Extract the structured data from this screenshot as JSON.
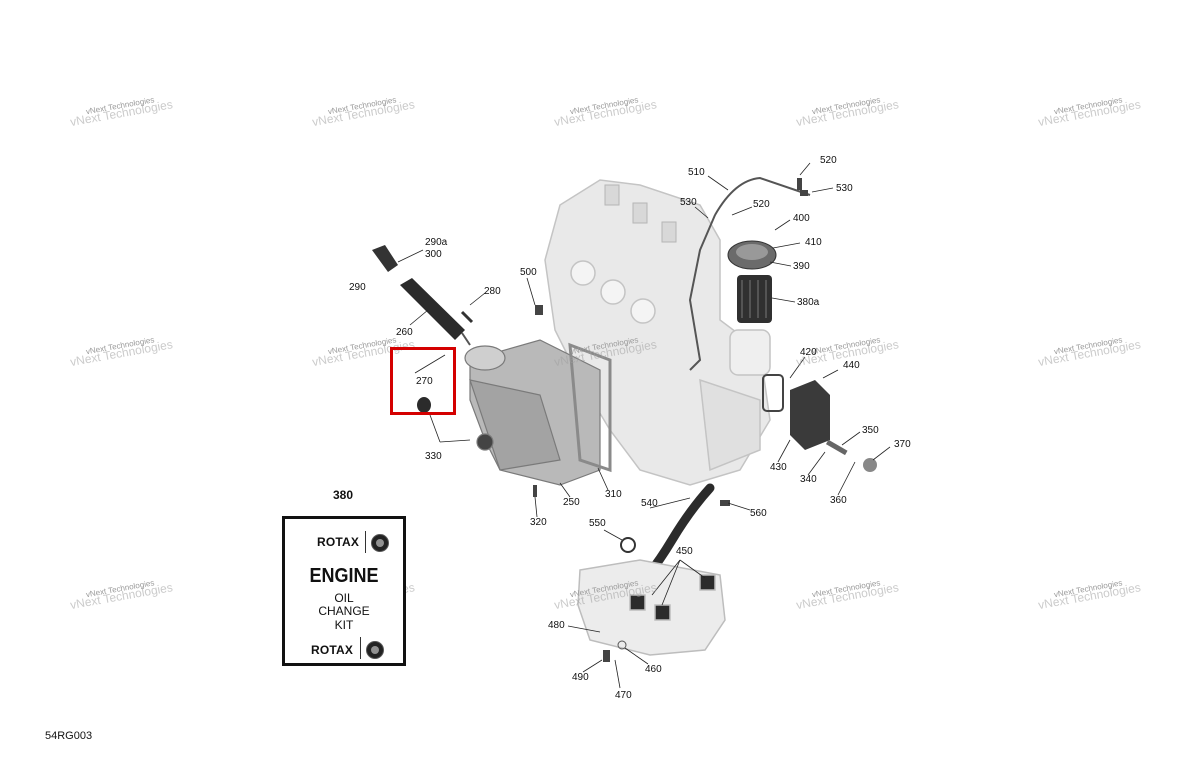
{
  "watermark": {
    "line1": "vNext Technologies",
    "line2": "vNext Technologies"
  },
  "callouts": [
    {
      "id": "510",
      "label": "510"
    },
    {
      "id": "520a",
      "label": "520"
    },
    {
      "id": "530a",
      "label": "530"
    },
    {
      "id": "530b",
      "label": "530"
    },
    {
      "id": "520b",
      "label": "520"
    },
    {
      "id": "400",
      "label": "400"
    },
    {
      "id": "410",
      "label": "410"
    },
    {
      "id": "390",
      "label": "390"
    },
    {
      "id": "380a",
      "label": "380a"
    },
    {
      "id": "290a",
      "label": "290a"
    },
    {
      "id": "300",
      "label": "300"
    },
    {
      "id": "290",
      "label": "290"
    },
    {
      "id": "280",
      "label": "280"
    },
    {
      "id": "260",
      "label": "260"
    },
    {
      "id": "500",
      "label": "500"
    },
    {
      "id": "270",
      "label": "270"
    },
    {
      "id": "330",
      "label": "330"
    },
    {
      "id": "420",
      "label": "420"
    },
    {
      "id": "440",
      "label": "440"
    },
    {
      "id": "350",
      "label": "350"
    },
    {
      "id": "370",
      "label": "370"
    },
    {
      "id": "430",
      "label": "430"
    },
    {
      "id": "340",
      "label": "340"
    },
    {
      "id": "360",
      "label": "360"
    },
    {
      "id": "310",
      "label": "310"
    },
    {
      "id": "250",
      "label": "250"
    },
    {
      "id": "320",
      "label": "320"
    },
    {
      "id": "540",
      "label": "540"
    },
    {
      "id": "560",
      "label": "560"
    },
    {
      "id": "550",
      "label": "550"
    },
    {
      "id": "450",
      "label": "450"
    },
    {
      "id": "480",
      "label": "480"
    },
    {
      "id": "460",
      "label": "460"
    },
    {
      "id": "490",
      "label": "490"
    },
    {
      "id": "470",
      "label": "470"
    }
  ],
  "kit": {
    "callout": "380",
    "brand_top": "ROTAX",
    "title": "ENGINE",
    "line2": "OIL",
    "line3": "CHANGE",
    "line4": "KIT",
    "brand_bottom": "ROTAX"
  },
  "drawing_number": "54RG003",
  "highlight": {
    "color": "#d40000",
    "target": "270"
  },
  "colors": {
    "part_fill": "#e6e6e6",
    "part_stroke": "#bdbdbd",
    "dark_part": "#2b2b2b"
  }
}
